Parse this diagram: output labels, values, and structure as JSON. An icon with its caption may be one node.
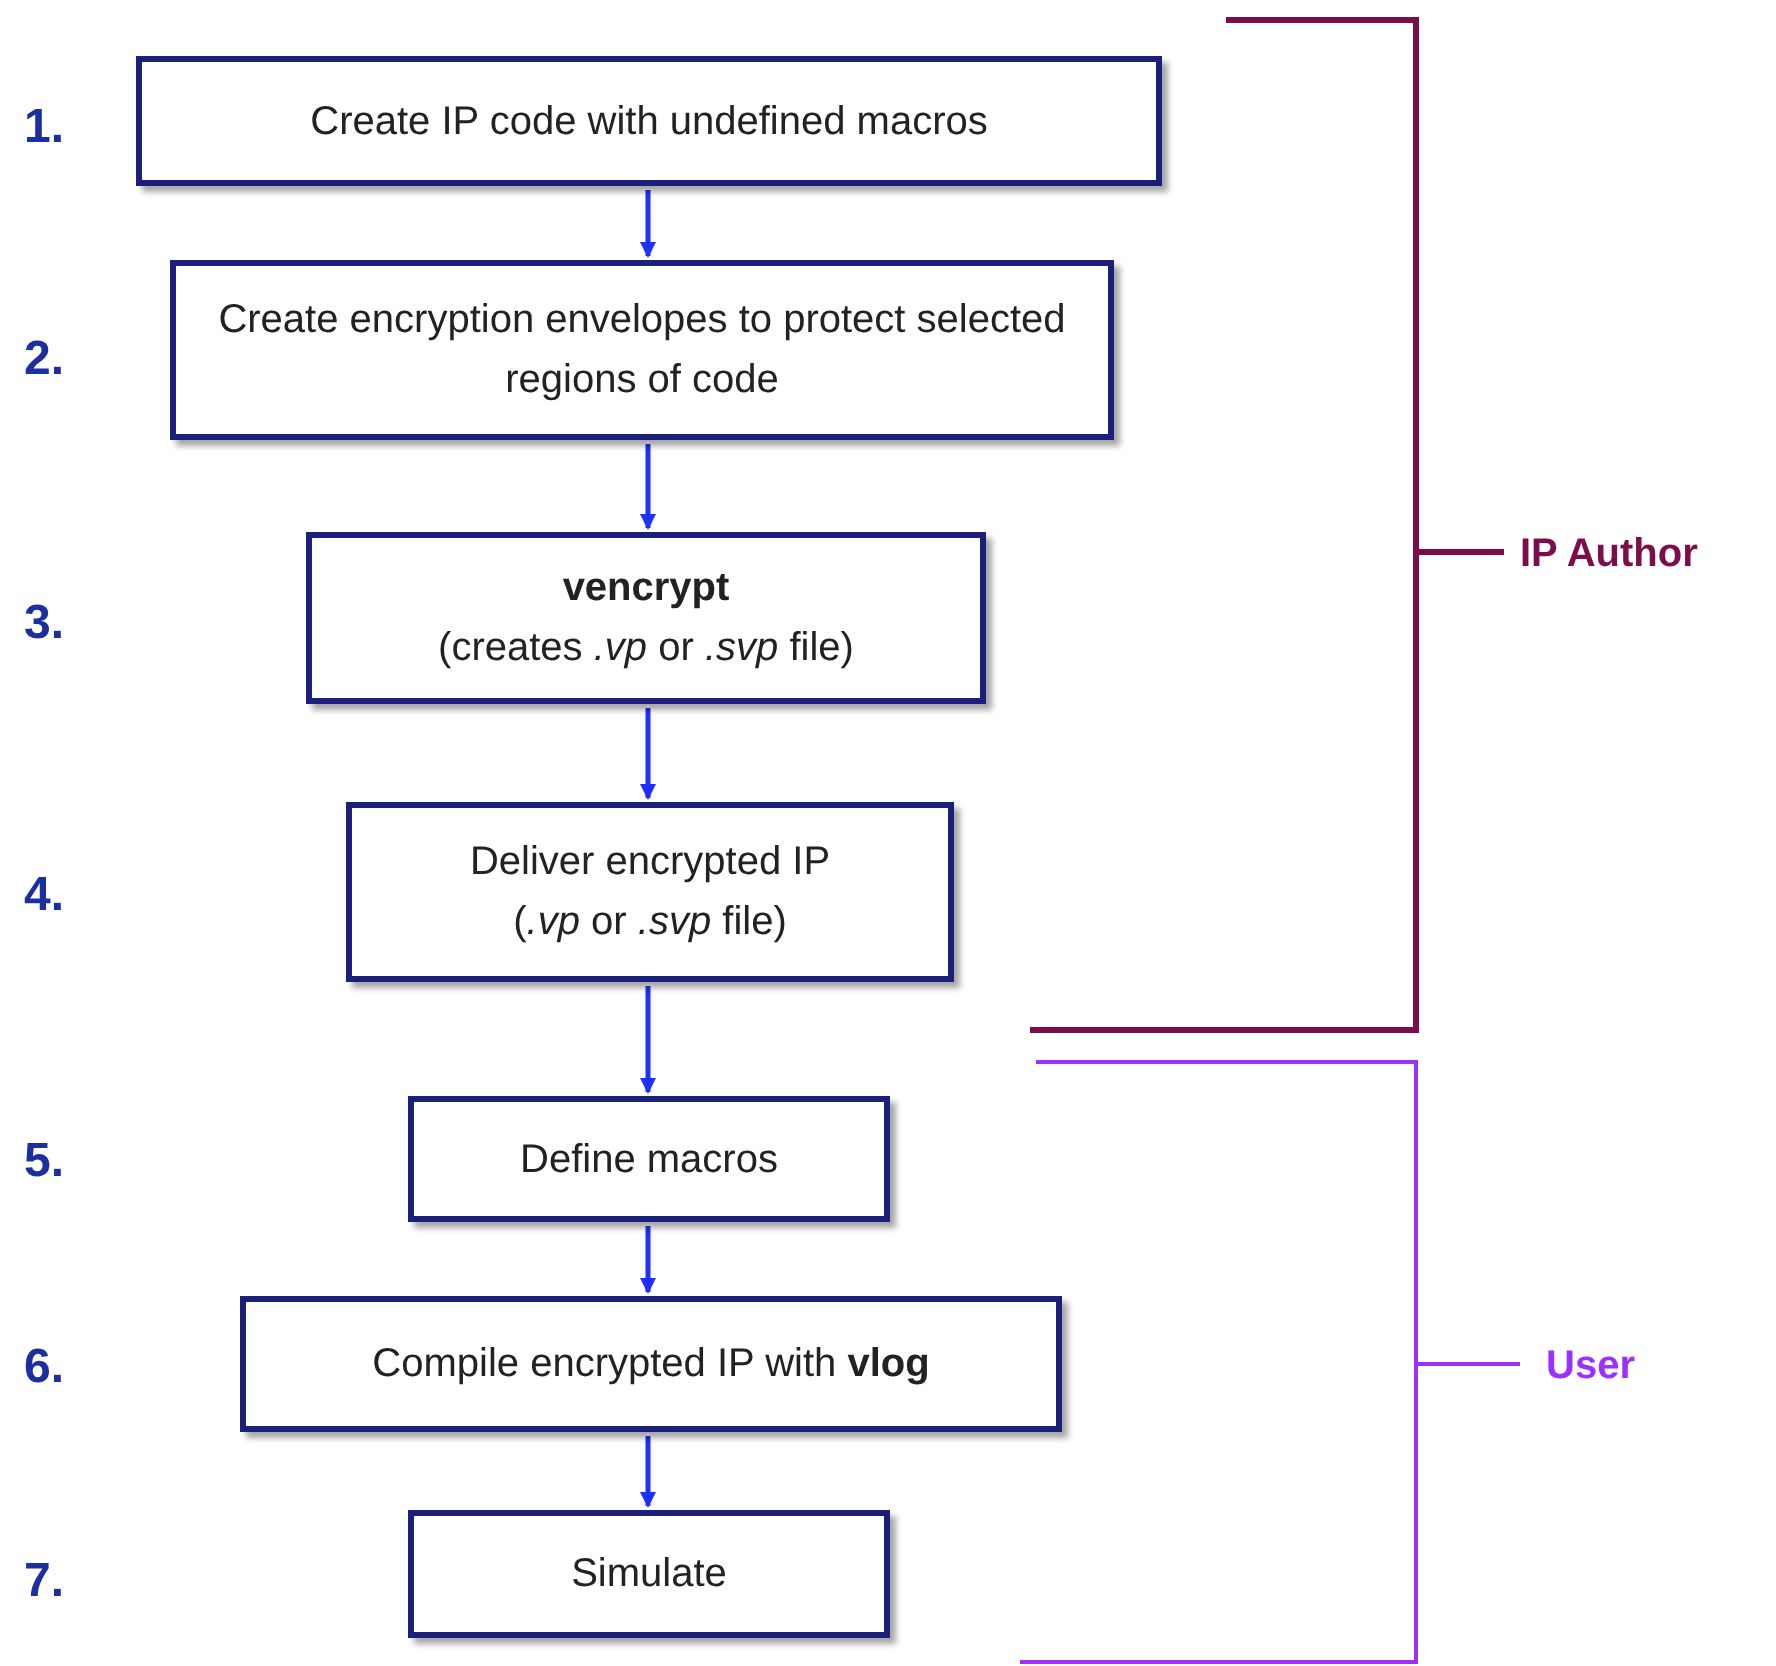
{
  "diagram": {
    "nodes": [
      {
        "text": [
          "Create IP code with undefined macros"
        ]
      },
      {
        "text": [
          "Create encryption envelopes to protect selected regions of code"
        ]
      },
      {
        "text": [
          "**vencrypt**",
          "(creates *.vp* or *.svp* file)"
        ]
      },
      {
        "text": [
          "Deliver encrypted IP",
          "(*.vp* or *.svp* file)"
        ]
      },
      {
        "text": [
          "Define macros"
        ]
      },
      {
        "text": [
          "Compile encrypted IP with **vlog**"
        ]
      },
      {
        "text": [
          "Simulate"
        ]
      }
    ],
    "edges": [
      {
        "from": 0,
        "to": 1,
        "arrow": "to"
      },
      {
        "from": 1,
        "to": 2,
        "arrow": "to"
      },
      {
        "from": 2,
        "to": 3,
        "arrow": "to"
      },
      {
        "from": 3,
        "to": 4,
        "arrow": "to"
      },
      {
        "from": 4,
        "to": 5,
        "arrow": "to"
      },
      {
        "from": 5,
        "to": 6,
        "arrow": "to"
      }
    ],
    "labels": [
      "1.",
      "2.",
      "3.",
      "4.",
      "5.",
      "6.",
      "7.",
      "IP Author",
      "User"
    ]
  }
}
